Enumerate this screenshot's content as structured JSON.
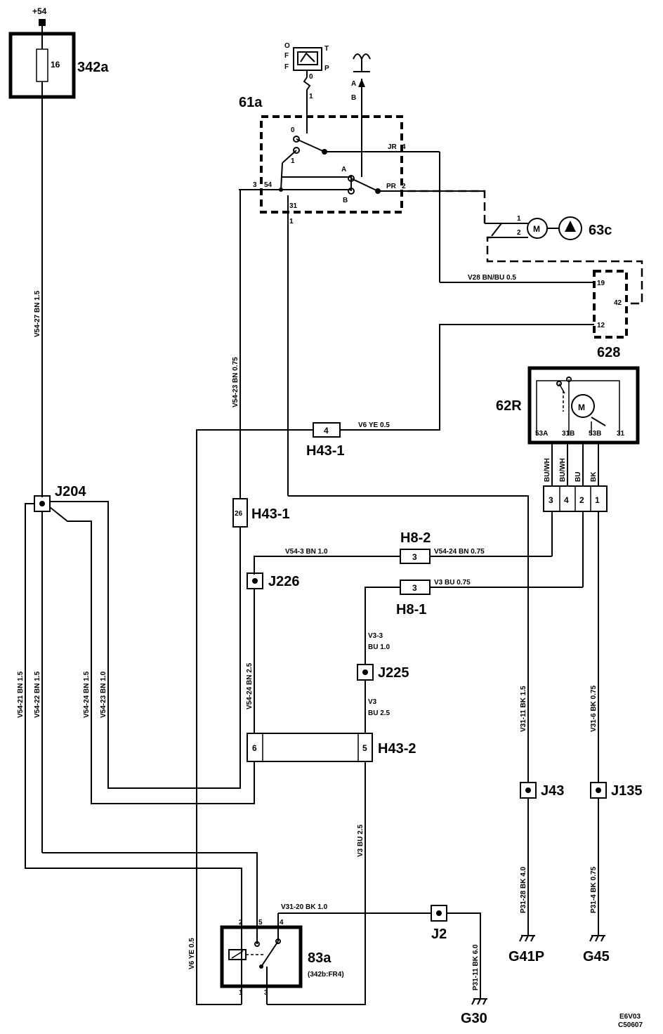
{
  "supply": "+54",
  "components": {
    "fuse_box": "342a",
    "fuse_no": "16",
    "switch": "61a",
    "pump": "63c",
    "module": "628",
    "wiper_motor": "62R",
    "relay": "83a",
    "relay_ref": "(342b:FR4)"
  },
  "switch_legend": {
    "o": "O",
    "f1": "F",
    "f2": "F",
    "t": "T",
    "p": "P",
    "pos0": "0",
    "pin1": "1",
    "a": "A",
    "b": "B"
  },
  "switch_pins": {
    "p0": "0",
    "p1": "1",
    "pa": "A",
    "pb": "B",
    "jr": "JR",
    "jr_no": "4",
    "pr": "PR",
    "pr_no": "2",
    "n3": "3",
    "n54": "54",
    "n31": "31",
    "n1": "1"
  },
  "pump_pins": {
    "p1": "1",
    "p2": "2",
    "m": "M"
  },
  "module_pins": {
    "p19": "19",
    "p42": "42",
    "p12": "12"
  },
  "motor_pins": {
    "m": "M",
    "p53a": "53A",
    "p31b": "31B",
    "p53b": "53B",
    "p31": "31"
  },
  "motor_connector": {
    "pins": [
      "3",
      "4",
      "2",
      "1"
    ],
    "colors": [
      "BU/WH",
      "BU/WH",
      "BU",
      "BK"
    ]
  },
  "relay_pins": {
    "p2": "2",
    "p5": "5",
    "p4": "4",
    "p1": "1",
    "p3": "3"
  },
  "connectors": {
    "h43_1a": {
      "name": "H43-1",
      "pin": "4"
    },
    "h43_1b": {
      "name": "H43-1",
      "pin": "26"
    },
    "h8_2": {
      "name": "H8-2",
      "pin": "3"
    },
    "h8_1": {
      "name": "H8-1",
      "pin": "3"
    },
    "h43_2": {
      "name": "H43-2",
      "pin_a": "6",
      "pin_b": "5"
    }
  },
  "splices": {
    "j204": "J204",
    "j226": "J226",
    "j225": "J225",
    "j43": "J43",
    "j135": "J135",
    "j2": "J2"
  },
  "grounds": {
    "g41p": "G41P",
    "g45": "G45",
    "g30": "G30"
  },
  "wires": {
    "v54_27": "V54-27   BN 1.5",
    "v54_23a": "V54-23     BN   0.75",
    "v28": "V28   BN/BU      0.5",
    "v6a": "V6    YE    0.5",
    "v54_3": "V54-3      BN    1.0",
    "v54_24a": "V54-24      BN  0.75",
    "v3a": "V3   BU  0.75",
    "v3_3a": "V3-3",
    "v3_3b": "BU   1.0",
    "v3b_a": "V3",
    "v3b_b": "BU    2.5",
    "v54_24b": "V54-24        BN   2.5",
    "v54_21": "V54-21    BN 1.5",
    "v54_22": "V54-22    BN 1.5",
    "v54_24c": "V54-24    BN 1.5",
    "v54_23b": "V54-23    BN 1.0",
    "v31_11a": "V31-11    BK    1.5",
    "v31_6": "V31-6     BK    0.75",
    "v3c": "V3 BU 2.5",
    "v6b": "V6  YE 0.5",
    "v31_20": "V31-20     BK     1.0",
    "p31_11": "P31-11   BK    6.0",
    "p31_28": "P31-28     BK     4.0",
    "p31_4": "P31-4     BK     0.75"
  },
  "footer": {
    "line1": "E6V03",
    "line2": "C50607"
  }
}
